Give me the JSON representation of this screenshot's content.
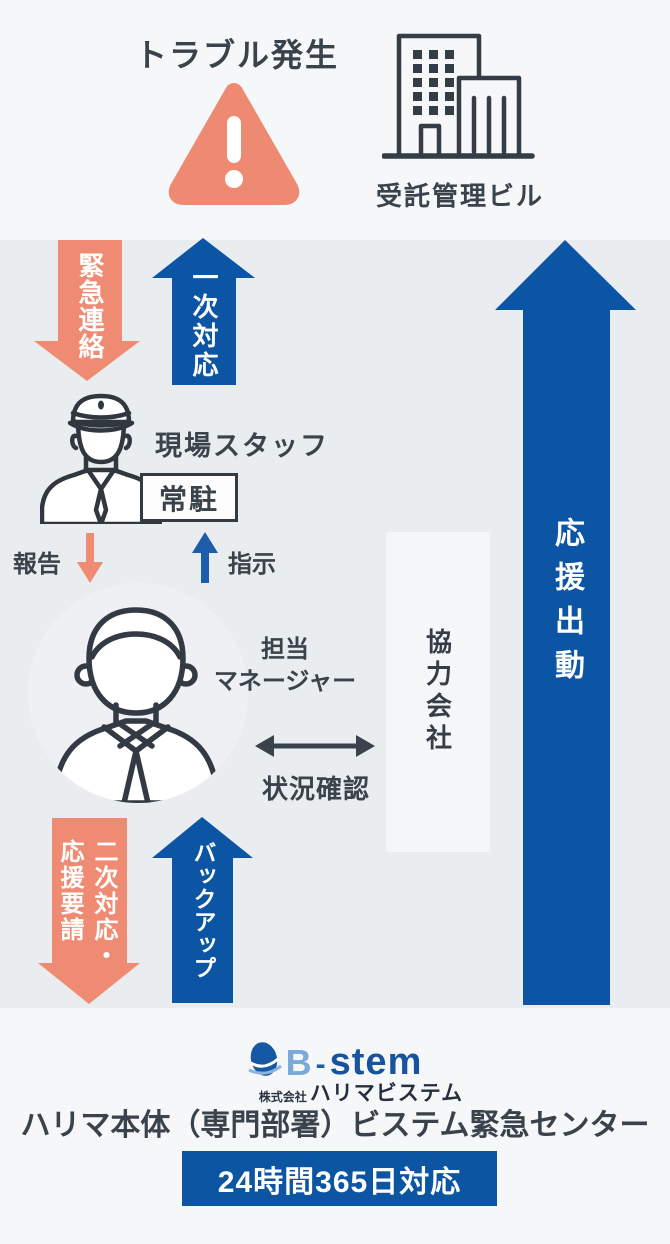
{
  "colors": {
    "accent_blue": "#0b55a4",
    "accent_salmon": "#f08b73",
    "ink": "#3a424b",
    "band_bg": "#e9edef",
    "page_bg": "#f6f7f8"
  },
  "top": {
    "title": "トラブル発生",
    "building_label": "受託管理ビル"
  },
  "flow": {
    "emergency_contact": "緊急連絡",
    "first_response": "一次対応",
    "support_dispatch": "応援出動",
    "site_staff": "現場スタッフ",
    "stationed": "常駐",
    "report": "報告",
    "instruction": "指示",
    "manager_line1": "担当",
    "manager_line2": "マネージャー",
    "partner_company": "協力会社",
    "status_check": "状況確認",
    "secondary_response": "二次対応・応援要請",
    "backup": "バックアップ"
  },
  "footer": {
    "logo_b": "B",
    "logo_hyphen": "-",
    "logo_stem": "stem",
    "logo_company_prefix": "株式会社",
    "logo_company_name": "ハリマビステム",
    "center_name": "ハリマ本体（専門部署）ビステム緊急センター",
    "badge": "24時間365日対応"
  }
}
